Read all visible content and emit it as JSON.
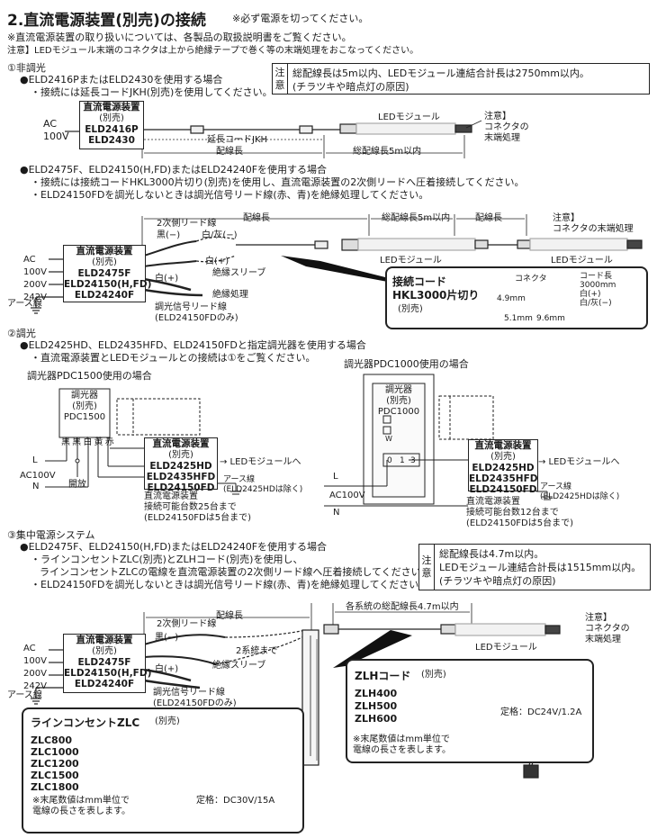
{
  "header": {
    "title": "2.直流電源装置(別売)の接続",
    "warning": "※必ず電源を切ってください。",
    "note1": "※直流電源装置の取り扱いについては、各製品の取扱説明書をご覧ください。",
    "note2": "注意】LEDモジュール末端のコネクタは上から絶縁テープで巻く等の末端処理をおこなってください。"
  },
  "sec1": {
    "heading": "①非調光",
    "b1": "●ELD2416PまたはELD2430を使用する場合",
    "b1a": "・接続には延長コードJKH(別売)を使用してください。",
    "note": {
      "label": [
        "注",
        "意"
      ],
      "lines": [
        "総配線長は5m以内、LEDモジュール連結合計長は2750mm以内。",
        "(チラツキや暗点灯の原因)"
      ]
    },
    "d1": {
      "ac": "AC",
      "v": "100V",
      "box": [
        "直流電源装置",
        "(別売)",
        "ELD2416P",
        "ELD2430"
      ],
      "ext": "延長コードJKH",
      "wiring": "配線長",
      "led": "LEDモジュール",
      "total": "総配線長5m以内",
      "caution": [
        "注意】",
        "コネクタの",
        "末端処理"
      ]
    },
    "b2": "●ELD2475F、ELD24150(H,FD)またはELD24240Fを使用する場合",
    "b2a": "・接続には接続コードHKL3000片切り(別売)を使用し、直流電源装置の2次側リードへ圧着接続してください。",
    "b2b": "・ELD24150FDを調光しないときは調光信号リード線(赤、青)を絶縁処理してください。",
    "d2": {
      "secondary": "2次側リード線",
      "black": "黒(−)",
      "white_gray": "白/灰(−)",
      "white": "白(+)",
      "white2": "白(+)",
      "sleeve": "絶縁スリーブ",
      "insulation": "絶縁処理",
      "signal": [
        "調光信号リード線",
        "(ELD24150FDのみ)"
      ],
      "wiring": "配線長",
      "total": "総配線長5m以内",
      "wiring2": "配線長",
      "caution": [
        "注意】",
        "コネクタの末端処理"
      ],
      "led1": "LEDモジュール",
      "led2": "LEDモジュール",
      "ac": [
        "AC",
        "100V",
        "200V",
        "242V"
      ],
      "earth": "アース線",
      "box": [
        "直流電源装置",
        "(別売)",
        "ELD2475F",
        "ELD24150(H,FD)",
        "ELD24240F"
      ],
      "cord": {
        "title": [
          "接続コード",
          "HKL3000片切り"
        ],
        "sub": "(別売)",
        "connector": "コネクタ",
        "cordlen": [
          "コード長",
          "3000mm",
          "白(+)",
          "白/灰(−)"
        ],
        "d1": "4.9mm",
        "d2": "5.1mm",
        "d3": "9.6mm"
      }
    }
  },
  "sec2": {
    "heading": "②調光",
    "b1": "●ELD2425HD、ELD2435HFD、ELD24150FDと指定調光器を使用する場合",
    "b1a": "・直流電源装置とLEDモジュールとの接続は①をご覧ください。",
    "left": {
      "title": "調光器PDC1500使用の場合",
      "dimmer": [
        "調光器",
        "(別売)",
        "PDC1500"
      ],
      "wires": "黒 黒 白 黄 赤",
      "L": "L",
      "ac": "AC100V",
      "N": "N",
      "open": "開放",
      "box": [
        "直流電源装置",
        "(別売)",
        "ELD2425HD",
        "ELD2435HFD",
        "ELD24150FD"
      ],
      "arrow": "→ LEDモジュールへ",
      "earth": [
        "アース線",
        "(ELD2425HDは除く)"
      ],
      "cap": [
        "直流電源装置",
        "接続可能台数25台まで",
        "(ELD24150FDは5台まで)"
      ]
    },
    "right": {
      "title": "調光器PDC1000使用の場合",
      "dimmer": [
        "調光器",
        "(別売)",
        "PDC1000"
      ],
      "L": "L",
      "ac": "AC100V",
      "N": "N",
      "W": "W",
      "t0": "0",
      "t1": "1",
      "t3": "3",
      "box": [
        "直流電源装置",
        "(別売)",
        "ELD2425HD",
        "ELD2435HFD",
        "ELD24150FD"
      ],
      "arrow": "→ LEDモジュールへ",
      "earth": [
        "アース線",
        "(ELD2425HDは除く)"
      ],
      "cap": [
        "直流電源装置",
        "接続可能台数12台まで",
        "(ELD24150FDは5台まで)"
      ]
    }
  },
  "sec3": {
    "heading": "③集中電源システム",
    "b1": "●ELD2475F、ELD24150(H,FD)またはELD24240Fを使用する場合",
    "b1a": "・ラインコンセントZLC(別売)とZLHコード(別売)を使用し、",
    "b1b": "ラインコンセントZLCの電線を直流電源装置の2次側リード線へ圧着接続してください。",
    "b1c": "・ELD24150FDを調光しないときは調光信号リード線(赤、青)を絶縁処理してください。",
    "note": {
      "label": [
        "注",
        "意"
      ],
      "lines": [
        "総配線長は4.7m以内。",
        "LEDモジュール連結合計長は1515mm以内。",
        "(チラツキや暗点灯の原因)"
      ]
    },
    "d": {
      "wiring": "配線長",
      "each": "各系統の総配線長4.7m以内",
      "secondary": "2次側リード線",
      "black": "黒(−)",
      "white": "白(+)",
      "two": "2系統まで",
      "sleeve": "絶縁スリーブ",
      "signal": [
        "調光信号リード線",
        "(ELD24150FDのみ)"
      ],
      "ac": [
        "AC",
        "100V",
        "200V",
        "242V"
      ],
      "earth": "アース線",
      "box": [
        "直流電源装置",
        "(別売)",
        "ELD2475F",
        "ELD24150(H,FD)",
        "ELD24240F"
      ],
      "led": "LEDモジュール",
      "caution": [
        "注意】",
        "コネクタの",
        "末端処理"
      ],
      "zlh": {
        "title": "ZLHコード",
        "sub": "(別売)",
        "models": [
          "ZLH400",
          "ZLH500",
          "ZLH600"
        ],
        "rating": "定格：DC24V/1.2A",
        "note": [
          "※末尾数値はmm単位で",
          "電線の長さを表します。"
        ]
      },
      "zlc": {
        "title": "ラインコンセントZLC",
        "sub": "(別売)",
        "models": [
          "ZLC800",
          "ZLC1000",
          "ZLC1200",
          "ZLC1500",
          "ZLC1800"
        ],
        "rating": "定格：DC30V/15A",
        "note": [
          "※末尾数値はmm単位で",
          "電線の長さを表します。"
        ]
      }
    }
  }
}
